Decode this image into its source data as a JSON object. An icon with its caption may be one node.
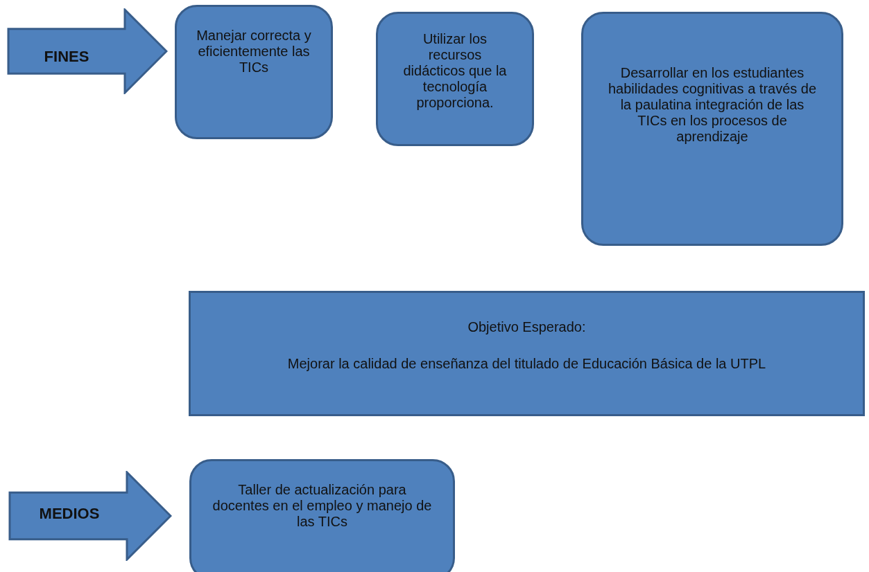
{
  "diagram": {
    "nodes": [
      {
        "text": [
          "FINES"
        ]
      },
      {
        "text": [
          "Manejar correcta y eficientemente las TICs"
        ]
      },
      {
        "text": [
          "Utilizar los recursos didácticos que la tecnología proporciona."
        ]
      },
      {
        "text": [
          "Desarrollar en los estudiantes habilidades cognitivas a través de la paulatina integración de las TICs en los procesos de aprendizaje"
        ]
      },
      {
        "text": [
          "Objetivo Esperado:",
          "Mejorar la calidad de enseñanza del titulado de Educación Básica de la UTPL"
        ]
      },
      {
        "text": [
          "MEDIOS"
        ]
      },
      {
        "text": [
          "Taller de actualización para docentes en el empleo y manejo de las TICs"
        ]
      }
    ]
  }
}
